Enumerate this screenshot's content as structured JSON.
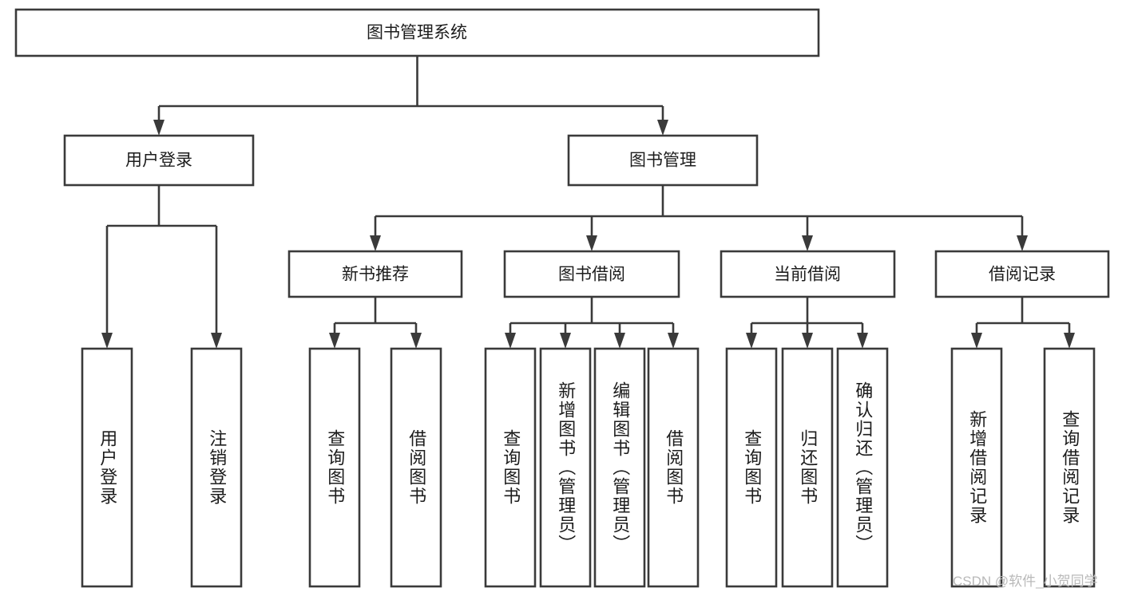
{
  "diagram": {
    "title": "图书管理系统",
    "type": "hierarchy-tree",
    "levels": [
      {
        "level": 1,
        "nodes": [
          {
            "id": "root",
            "label": "图书管理系统",
            "orientation": "horizontal"
          }
        ]
      },
      {
        "level": 2,
        "nodes": [
          {
            "id": "login",
            "label": "用户登录",
            "orientation": "horizontal"
          },
          {
            "id": "bookmgmt",
            "label": "图书管理",
            "orientation": "horizontal"
          }
        ]
      },
      {
        "level": 3,
        "nodes": [
          {
            "id": "newbook",
            "label": "新书推荐",
            "orientation": "horizontal"
          },
          {
            "id": "borrow",
            "label": "图书借阅",
            "orientation": "horizontal"
          },
          {
            "id": "current",
            "label": "当前借阅",
            "orientation": "horizontal"
          },
          {
            "id": "records",
            "label": "借阅记录",
            "orientation": "horizontal"
          }
        ]
      },
      {
        "level": 4,
        "nodes": [
          {
            "id": "leaf-1",
            "label": "用户登录",
            "orientation": "vertical",
            "parent": "login"
          },
          {
            "id": "leaf-2",
            "label": "注销登录",
            "orientation": "vertical",
            "parent": "login"
          },
          {
            "id": "leaf-3",
            "label": "查询图书",
            "orientation": "vertical",
            "parent": "newbook"
          },
          {
            "id": "leaf-4",
            "label": "借阅图书",
            "orientation": "vertical",
            "parent": "newbook"
          },
          {
            "id": "leaf-5",
            "label": "查询图书",
            "orientation": "vertical",
            "parent": "borrow"
          },
          {
            "id": "leaf-6",
            "label": "新增图书（管理员）",
            "orientation": "vertical",
            "parent": "borrow"
          },
          {
            "id": "leaf-7",
            "label": "编辑图书（管理员）",
            "orientation": "vertical",
            "parent": "borrow"
          },
          {
            "id": "leaf-8",
            "label": "借阅图书",
            "orientation": "vertical",
            "parent": "borrow"
          },
          {
            "id": "leaf-9",
            "label": "查询图书",
            "orientation": "vertical",
            "parent": "current"
          },
          {
            "id": "leaf-10",
            "label": "归还图书",
            "orientation": "vertical",
            "parent": "current"
          },
          {
            "id": "leaf-11",
            "label": "确认归还（管理员）",
            "orientation": "vertical",
            "parent": "current"
          },
          {
            "id": "leaf-12",
            "label": "新增借阅记录",
            "orientation": "vertical",
            "parent": "records"
          },
          {
            "id": "leaf-13",
            "label": "查询借阅记录",
            "orientation": "vertical",
            "parent": "records"
          }
        ]
      }
    ]
  },
  "watermark": {
    "text": "CSDN @软件_小贺同学"
  },
  "colors": {
    "stroke": "#3a3a3a",
    "box_fill": "#ffffff",
    "text": "#1c1c1c",
    "background": "#ffffff",
    "watermark": "#b9b9b9"
  }
}
